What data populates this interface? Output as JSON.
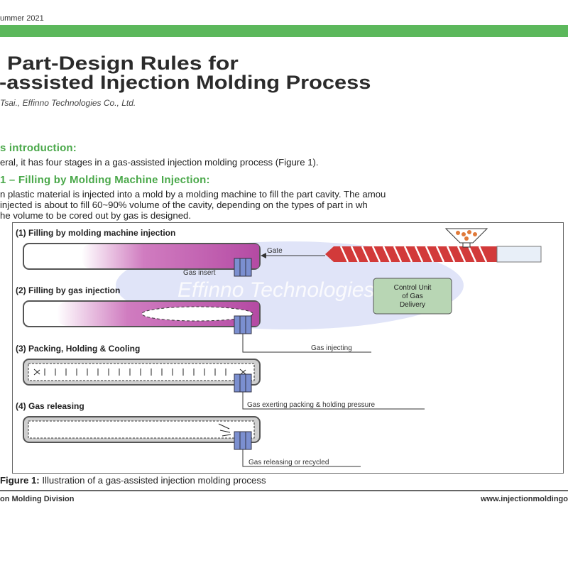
{
  "header": {
    "issue": "ummer 2021",
    "title_line1": "Part-Design Rules for",
    "title_line2": "-assisted Injection Molding Process",
    "author": "Tsai., Effinno Technologies Co., Ltd."
  },
  "section1": {
    "heading": "s introduction:",
    "text": "eral, it has four stages in a gas-assisted injection molding process (Figure 1)."
  },
  "section2": {
    "heading": "1 – Filling by Molding Machine Injection:",
    "line1": "n plastic material is injected into a mold by a molding machine to fill the part cavity. The amou",
    "line2": "injected is about to fill 60~90% volume of the cavity, depending on the types of part in wh",
    "line3": "he volume to be cored out by gas is designed."
  },
  "figure": {
    "stage1": "(1) Filling by molding machine injection",
    "stage2": "(2) Filling by gas injection",
    "stage3": "(3) Packing, Holding & Cooling",
    "stage4": "(4) Gas releasing",
    "gate": "Gate",
    "gas_insert": "Gas insert",
    "watermark": "Effinno Technologies",
    "control_unit": [
      "Control Unit",
      "of Gas",
      "Delivery"
    ],
    "gas_injecting": "Gas injecting",
    "gas_exerting": "Gas exerting packing & holding pressure",
    "gas_releasing": "Gas releasing or recycled",
    "caption_label": "Figure 1:",
    "caption_text": " Illustration of a gas-assisted injection molding process",
    "colors": {
      "plastic": "#c45bb0",
      "gas_insert": "#7b8fd0",
      "screw": "#d23a3a",
      "control_unit": "#b8d6b4",
      "watermark_ellipse": "#c7cdf3"
    }
  },
  "footer": {
    "left": "on Molding Division",
    "right": "www.injectionmoldingo"
  }
}
